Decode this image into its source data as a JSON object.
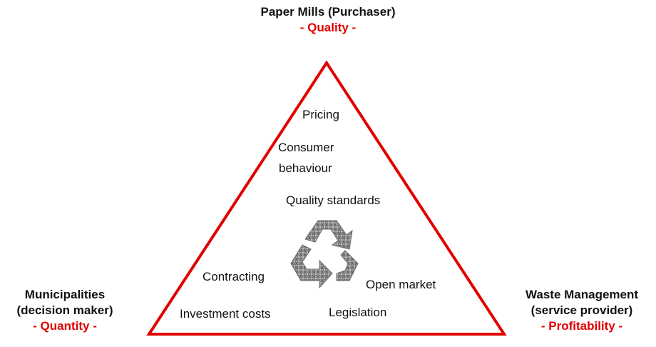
{
  "accent_color": "#e00000",
  "vertices": {
    "top": {
      "title": "Paper Mills (Purchaser)",
      "subtitle": "- Quality -"
    },
    "left": {
      "title_line1": "Municipalities",
      "title_line2": "(decision maker)",
      "subtitle": "- Quantity -"
    },
    "right": {
      "title_line1": "Waste Management",
      "title_line2": "(service provider)",
      "subtitle": "- Profitability -"
    }
  },
  "factors": {
    "pricing": "Pricing",
    "consumer_line1": "Consumer",
    "consumer_line2": "behaviour",
    "quality_standards": "Quality standards",
    "contracting": "Contracting",
    "open_market": "Open market",
    "investment_costs": "Investment costs",
    "legislation": "Legislation"
  },
  "center_icon": "recycling-icon"
}
